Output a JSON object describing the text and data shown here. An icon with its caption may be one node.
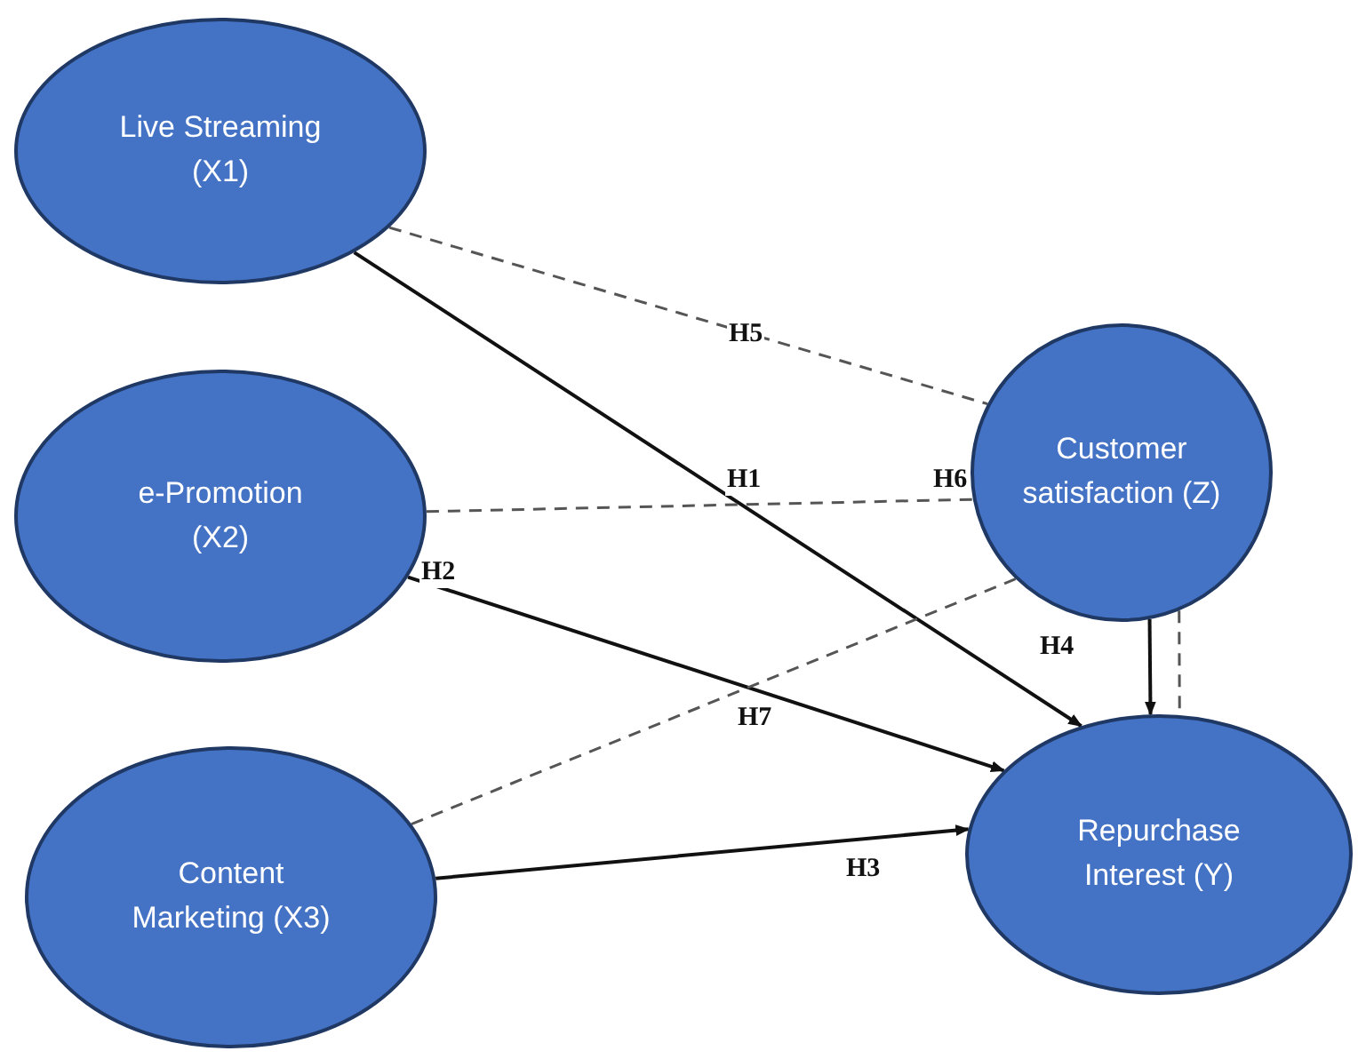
{
  "diagram": {
    "nodes": [
      {
        "text": [
          "Live Streaming (X1)"
        ]
      },
      {
        "text": [
          "e-Promotion (X2)"
        ]
      },
      {
        "text": [
          "Content Marketing (X3)"
        ]
      },
      {
        "text": [
          "Customer satisfaction (Z)"
        ]
      },
      {
        "text": [
          "Repurchase Interest (Y)"
        ]
      }
    ],
    "edges": [
      {
        "from": 0,
        "to": 4,
        "arrow": "to",
        "label": "H1"
      },
      {
        "from": 1,
        "to": 4,
        "arrow": "to",
        "label": "H2"
      },
      {
        "from": 2,
        "to": 4,
        "arrow": "to",
        "label": "H3"
      },
      {
        "from": 3,
        "to": 4,
        "arrow": "to",
        "label": "H4"
      },
      {
        "from": 0,
        "to": 3,
        "arrow": "none",
        "label": "H5",
        "style": "dashed"
      },
      {
        "from": 1,
        "to": 3,
        "arrow": "none",
        "label": "H6",
        "style": "dashed"
      },
      {
        "from": 2,
        "to": 3,
        "arrow": "none",
        "label": "H7",
        "style": "dashed"
      },
      {
        "from": 3,
        "to": 4,
        "arrow": "none",
        "style": "dashed"
      }
    ]
  }
}
